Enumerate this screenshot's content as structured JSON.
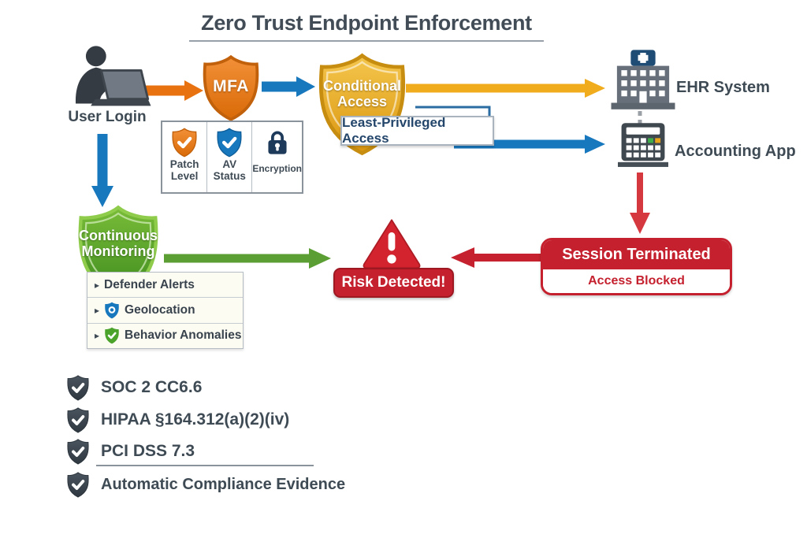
{
  "title": "Zero Trust Endpoint Enforcement",
  "flow": {
    "user_login": "User Login",
    "mfa": "MFA",
    "conditional_access_line1": "Conditional",
    "conditional_access_line2": "Access",
    "least_privileged": "Least-Privileged Access",
    "ehr_system": "EHR System",
    "accounting_app": "Accounting App"
  },
  "posture_box": {
    "items": [
      {
        "line1": "Patch",
        "line2": "Level",
        "icon": "shield-check-orange"
      },
      {
        "line1": "AV",
        "line2": "Status",
        "icon": "shield-check-blue"
      },
      {
        "line1": "Encryption",
        "line2": "",
        "icon": "lock"
      }
    ]
  },
  "monitoring": {
    "shield_line1": "Continuous",
    "shield_line2": "Monitoring",
    "signals": [
      {
        "label": "Defender Alerts",
        "icon": "none"
      },
      {
        "label": "Geolocation",
        "icon": "shield-location-blue"
      },
      {
        "label": "Behavior Anomalies",
        "icon": "shield-check-green"
      }
    ]
  },
  "risk": {
    "label": "Risk Detected!"
  },
  "session": {
    "title": "Session Terminated",
    "subtitle": "Access Blocked"
  },
  "compliance": {
    "items": [
      "SOC 2 CC6.6",
      "HIPAA §164.312(a)(2)(iv)",
      "PCI DSS 7.3",
      "Automatic Compliance Evidence"
    ]
  },
  "icons": {
    "bullet": "▸"
  },
  "colors": {
    "orange": "#E8720F",
    "blue": "#1878BE",
    "gold": "#E8A41B",
    "yellow_arrow": "#F0AC1C",
    "green_shield": "#55A427",
    "green_arrow": "#5B9E33",
    "red": "#C4202E",
    "slate": "#3E4A54"
  }
}
